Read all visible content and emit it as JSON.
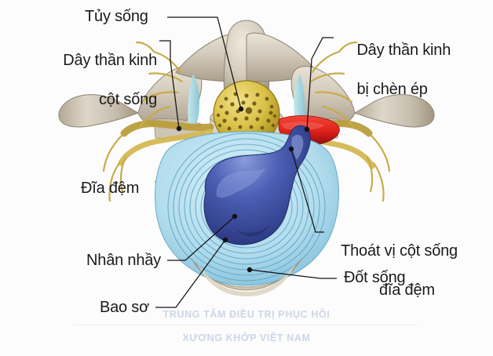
{
  "figure": {
    "title_alt": "Thoát vị đĩa đệm cột sống - mặt cắt ngang đốt sống",
    "background_color": "#fcfcfc",
    "label_color": "#1b1b1b",
    "leader_color": "#111111"
  },
  "labels": {
    "spinal_cord": "Tủy sống",
    "spinal_nerve_line1": "Dây thần kinh",
    "spinal_nerve_line2": "cột sống",
    "pinched_nerve_line1": "Dây thần kinh",
    "pinched_nerve_line2": "bị chèn ép",
    "disc": "Đĩa đệm",
    "nucleus": "Nhân nhầy",
    "annulus": "Bao sơ",
    "herniation_line1": "Thoát vị cột sống",
    "herniation_line2": "đĩa đệm",
    "vertebra": "Đốt sống"
  },
  "watermark": {
    "line1": "TRUNG TÂM ĐIỀU TRỊ PHỤC HỒI",
    "line2": "XƯƠNG KHỚP VIỆT NAM",
    "color": "#ccd6e8"
  },
  "anatomy_colors": {
    "bone": "#cfc7b8",
    "bone_shadow": "#a59a88",
    "bone_light": "#e8e2d6",
    "spinal_cord_base": "#d8c048",
    "spinal_cord_dots": "#6f5c12",
    "nerve_yellow": "#e3c96a",
    "nerve_outline": "#b99f3c",
    "pinched_nerve_red": "#e02b22",
    "pinched_nerve_dark": "#a81410",
    "annulus_light": "#bfe2ef",
    "annulus_ring": "#6fb9d4",
    "nucleus_blue": "#3f52a8",
    "nucleus_light": "#7f90d2",
    "ligament_teal": "#a9dbe4"
  }
}
